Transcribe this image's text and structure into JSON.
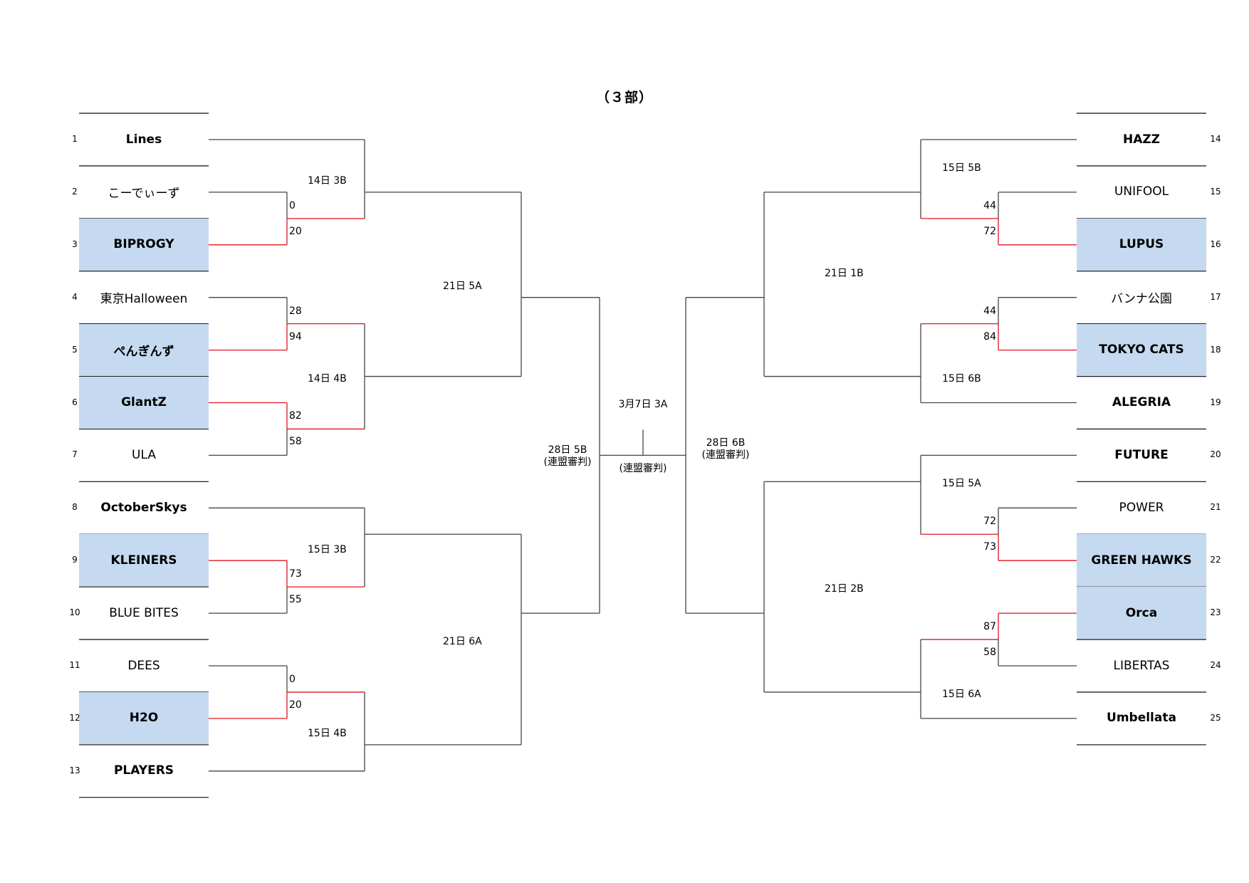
{
  "title": "（３部）",
  "colors": {
    "winner_fill": "#c5d9f0",
    "win_line": "#e0141e",
    "line": "#444444"
  },
  "left_teams": [
    {
      "seed": "1",
      "name": "Lines",
      "bold": true,
      "winner": false
    },
    {
      "seed": "2",
      "name": "こーでぃーず",
      "bold": false,
      "winner": false
    },
    {
      "seed": "3",
      "name": "BIPROGY",
      "bold": true,
      "winner": true
    },
    {
      "seed": "4",
      "name": "東京Halloween",
      "bold": false,
      "winner": false
    },
    {
      "seed": "5",
      "name": "ぺんぎんず",
      "bold": true,
      "winner": true
    },
    {
      "seed": "6",
      "name": "GlantZ",
      "bold": true,
      "winner": true
    },
    {
      "seed": "7",
      "name": "ULA",
      "bold": false,
      "winner": false
    },
    {
      "seed": "8",
      "name": "OctoberSkys",
      "bold": true,
      "winner": false
    },
    {
      "seed": "9",
      "name": "KLEINERS",
      "bold": true,
      "winner": true
    },
    {
      "seed": "10",
      "name": "BLUE BITES",
      "bold": false,
      "winner": false
    },
    {
      "seed": "11",
      "name": "DEES",
      "bold": false,
      "winner": false
    },
    {
      "seed": "12",
      "name": "H2O",
      "bold": true,
      "winner": true
    },
    {
      "seed": "13",
      "name": "PLAYERS",
      "bold": true,
      "winner": false
    }
  ],
  "right_teams": [
    {
      "seed": "14",
      "name": "HAZZ",
      "bold": true,
      "winner": false
    },
    {
      "seed": "15",
      "name": "UNIFOOL",
      "bold": false,
      "winner": false
    },
    {
      "seed": "16",
      "name": "LUPUS",
      "bold": true,
      "winner": true
    },
    {
      "seed": "17",
      "name": "バンナ公園",
      "bold": false,
      "winner": false
    },
    {
      "seed": "18",
      "name": "TOKYO CATS",
      "bold": true,
      "winner": true
    },
    {
      "seed": "19",
      "name": "ALEGRIA",
      "bold": true,
      "winner": false
    },
    {
      "seed": "20",
      "name": "FUTURE",
      "bold": true,
      "winner": false
    },
    {
      "seed": "21",
      "name": "POWER",
      "bold": false,
      "winner": false
    },
    {
      "seed": "22",
      "name": "GREEN HAWKS",
      "bold": true,
      "winner": true
    },
    {
      "seed": "23",
      "name": "Orca",
      "bold": true,
      "winner": true
    },
    {
      "seed": "24",
      "name": "LIBERTAS",
      "bold": false,
      "winner": false
    },
    {
      "seed": "25",
      "name": "Umbellata",
      "bold": true,
      "winner": false
    }
  ],
  "left_matches": {
    "r1": [
      {
        "teams": [
          "こーでぃーず",
          "BIPROGY"
        ],
        "scores": [
          "0",
          "20"
        ],
        "winner": 1
      },
      {
        "teams": [
          "東京Halloween",
          "ぺんぎんず"
        ],
        "scores": [
          "28",
          "94"
        ],
        "winner": 1
      },
      {
        "teams": [
          "GlantZ",
          "ULA"
        ],
        "scores": [
          "82",
          "58"
        ],
        "winner": 0
      },
      {
        "teams": [
          "KLEINERS",
          "BLUE BITES"
        ],
        "scores": [
          "73",
          "55"
        ],
        "winner": 0
      },
      {
        "teams": [
          "DEES",
          "H2O"
        ],
        "scores": [
          "0",
          "20"
        ],
        "winner": 1
      }
    ],
    "r2_labels": [
      "14日 3B",
      "14日 4B",
      "15日 3B",
      "15日 4B"
    ],
    "r3_labels": [
      "21日 5A",
      "21日 6A"
    ],
    "sf_label": "28日 5B",
    "sf_sub": "(連盟審判)"
  },
  "right_matches": {
    "r1": [
      {
        "teams": [
          "UNIFOOL",
          "LUPUS"
        ],
        "scores": [
          "44",
          "72"
        ],
        "winner": 1
      },
      {
        "teams": [
          "バンナ公園",
          "TOKYO CATS"
        ],
        "scores": [
          "44",
          "84"
        ],
        "winner": 1
      },
      {
        "teams": [
          "POWER",
          "GREEN HAWKS"
        ],
        "scores": [
          "72",
          "73"
        ],
        "winner": 1
      },
      {
        "teams": [
          "Orca",
          "LIBERTAS"
        ],
        "scores": [
          "87",
          "58"
        ],
        "winner": 0
      }
    ],
    "r2_labels": [
      "15日 5B",
      "15日 6B",
      "15日 5A",
      "15日 6A"
    ],
    "r3_labels": [
      "21日 1B",
      "21日 2B"
    ],
    "sf_label": "28日 6B",
    "sf_sub": "(連盟審判)"
  },
  "final": {
    "label": "3月7日 3A",
    "sub": "(連盟審判)"
  }
}
